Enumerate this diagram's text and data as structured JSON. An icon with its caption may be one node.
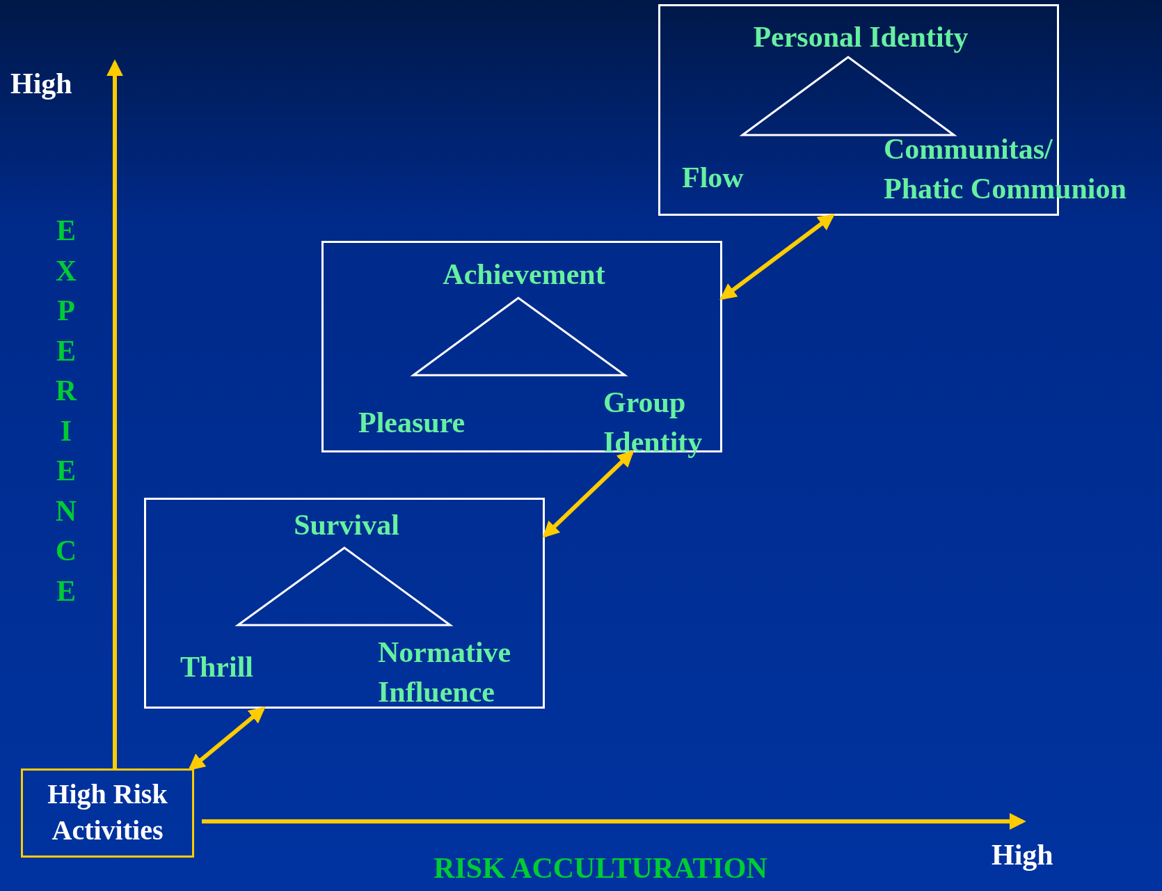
{
  "diagram": {
    "nodes": [
      {
        "text": [
          "High Risk Activities"
        ]
      },
      {
        "text": [
          "Survival",
          "Thrill",
          "Normative Influence"
        ]
      },
      {
        "text": [],
        "shape": "triangle",
        "in": 1
      },
      {
        "text": [
          "Achievement",
          "Pleasure",
          "Group Identity"
        ]
      },
      {
        "text": [],
        "shape": "triangle",
        "in": 3
      },
      {
        "text": [
          "Personal Identity",
          "Flow",
          "Communitas/ Phatic Communion"
        ]
      },
      {
        "text": [],
        "shape": "triangle",
        "in": 5
      }
    ],
    "edges": [
      {
        "from": 0,
        "to": 1,
        "arrow": "both"
      },
      {
        "from": 1,
        "to": 3,
        "arrow": "both"
      },
      {
        "from": 3,
        "to": 5,
        "arrow": "both"
      }
    ],
    "labels": [
      "High",
      "EXPERIENCE",
      "High",
      "RISK ACCULTURATION"
    ]
  }
}
